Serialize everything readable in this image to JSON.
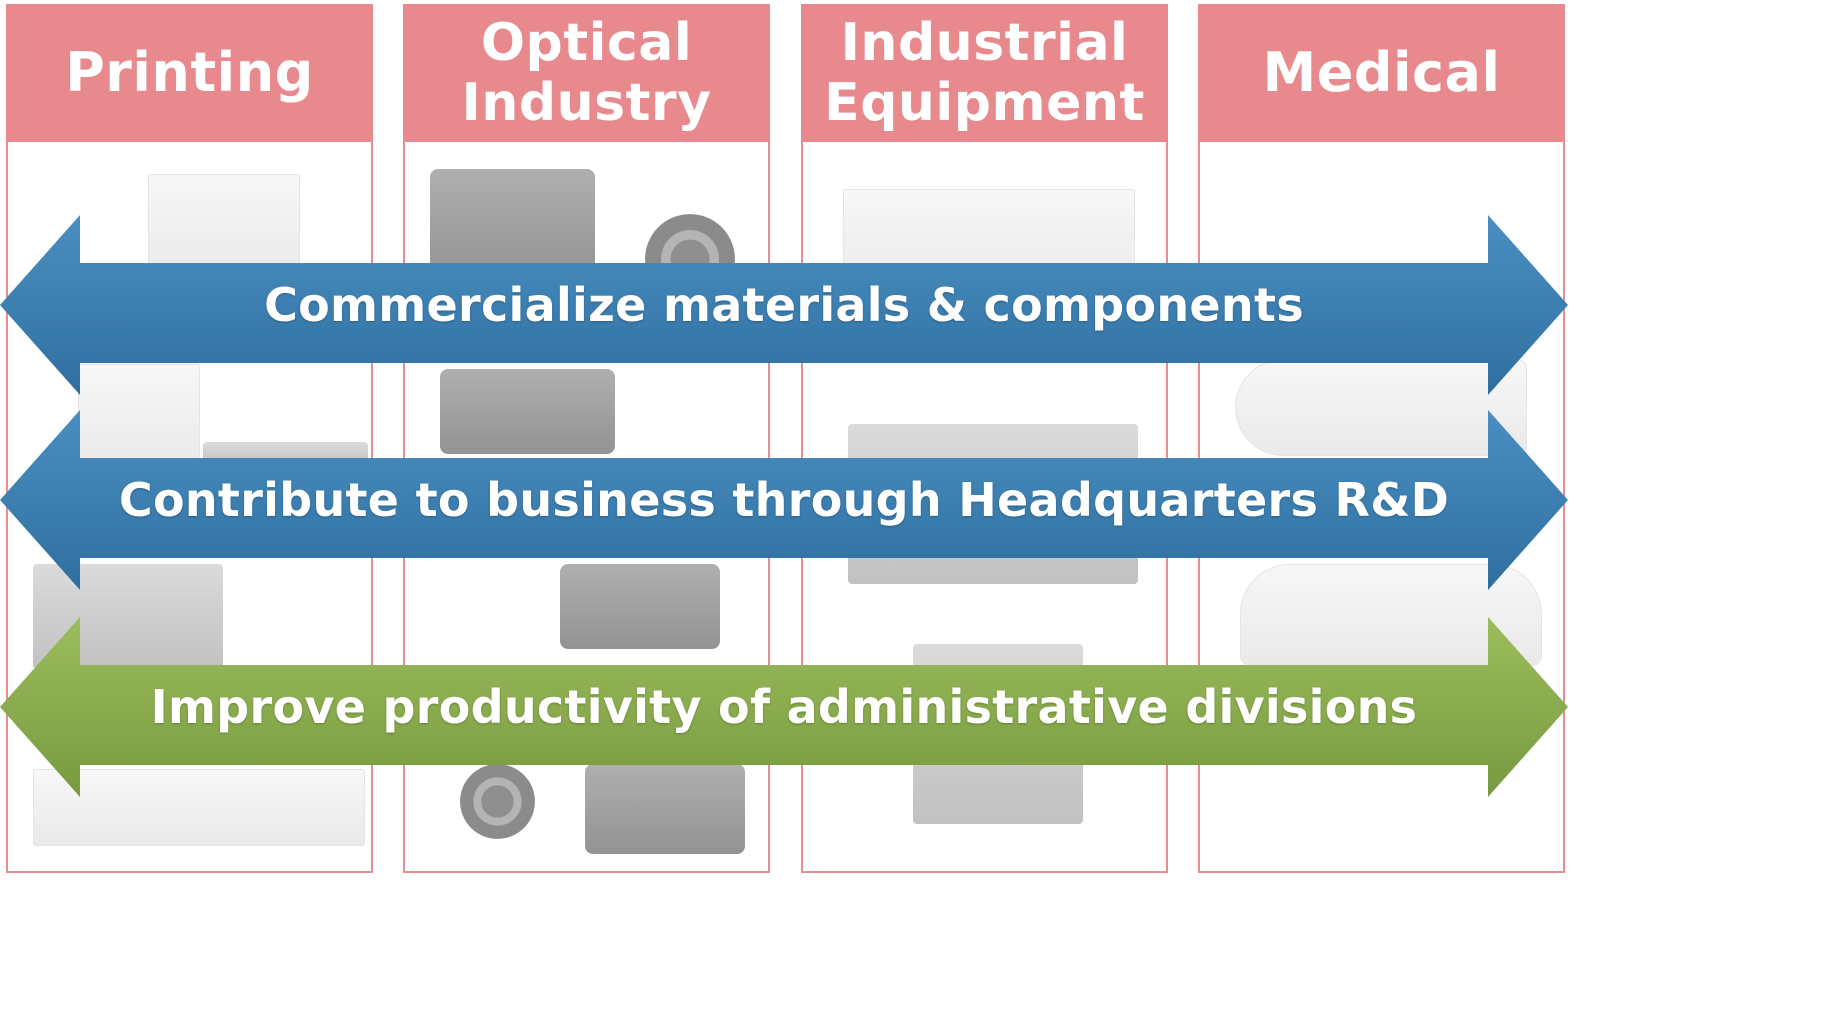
{
  "columns": [
    {
      "title": "Printing"
    },
    {
      "title": "Optical\nIndustry"
    },
    {
      "title": "Industrial\nEquipment"
    },
    {
      "title": "Medical"
    }
  ],
  "arrows": [
    {
      "label": "Commercialize materials & components",
      "color": "#3a7fb0"
    },
    {
      "label": "Contribute to business through Headquarters R&D",
      "color": "#3a7fb0"
    },
    {
      "label": "Improve productivity of administrative divisions",
      "color": "#8aab4f"
    }
  ],
  "colors": {
    "header": "#e8898d",
    "border": "#e58f92",
    "blue_arrow": "#3a7fb0",
    "green_arrow": "#8aab4f"
  }
}
